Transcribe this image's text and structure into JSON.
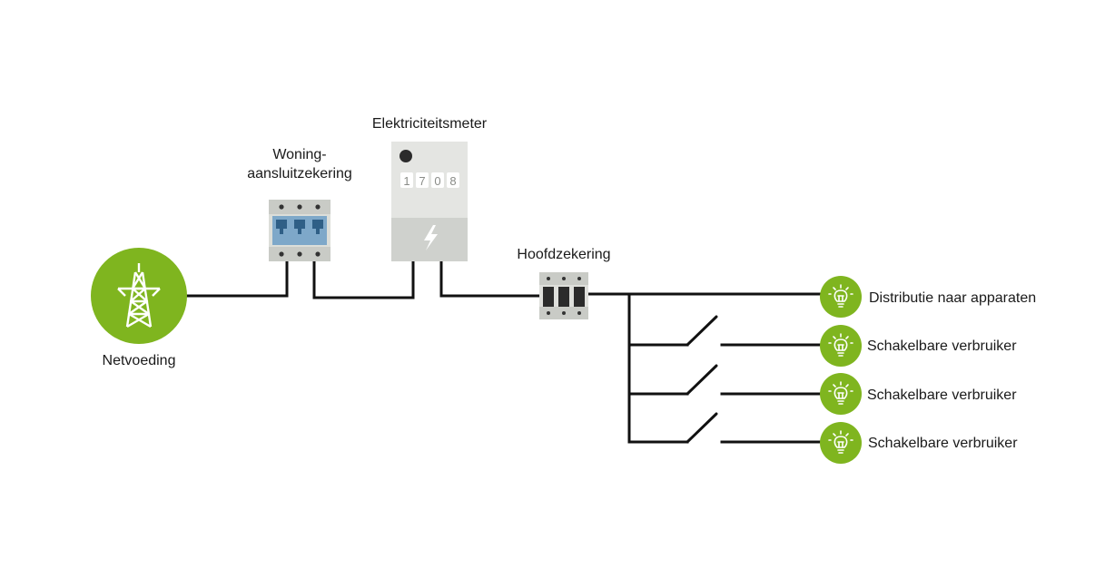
{
  "nodes": {
    "grid_supply": {
      "label": "Netvoeding"
    },
    "house_fuse": {
      "label_line1": "Woning-",
      "label_line2": "aansluitzekering"
    },
    "meter": {
      "label": "Elektriciteitsmeter",
      "digits": [
        "1",
        "7",
        "0",
        "8"
      ]
    },
    "main_fuse": {
      "label": "Hoofdzekering"
    },
    "consumers": [
      {
        "label": "Distributie naar apparaten",
        "switchable": false
      },
      {
        "label": "Schakelbare verbruiker",
        "switchable": true
      },
      {
        "label": "Schakelbare verbruiker",
        "switchable": true
      },
      {
        "label": "Schakelbare verbruiker",
        "switchable": true
      }
    ]
  },
  "colors": {
    "green": "#7fb51f",
    "wire": "#111111",
    "device_gray": "#c9cbc6",
    "meter_gray": "#cfd1cd",
    "fuse_blue": "#7ea8c9"
  },
  "icons": {
    "grid_supply": "transmission-tower-icon",
    "consumer": "light-bulb-icon",
    "meter_symbol": "lightning-bolt-icon"
  }
}
